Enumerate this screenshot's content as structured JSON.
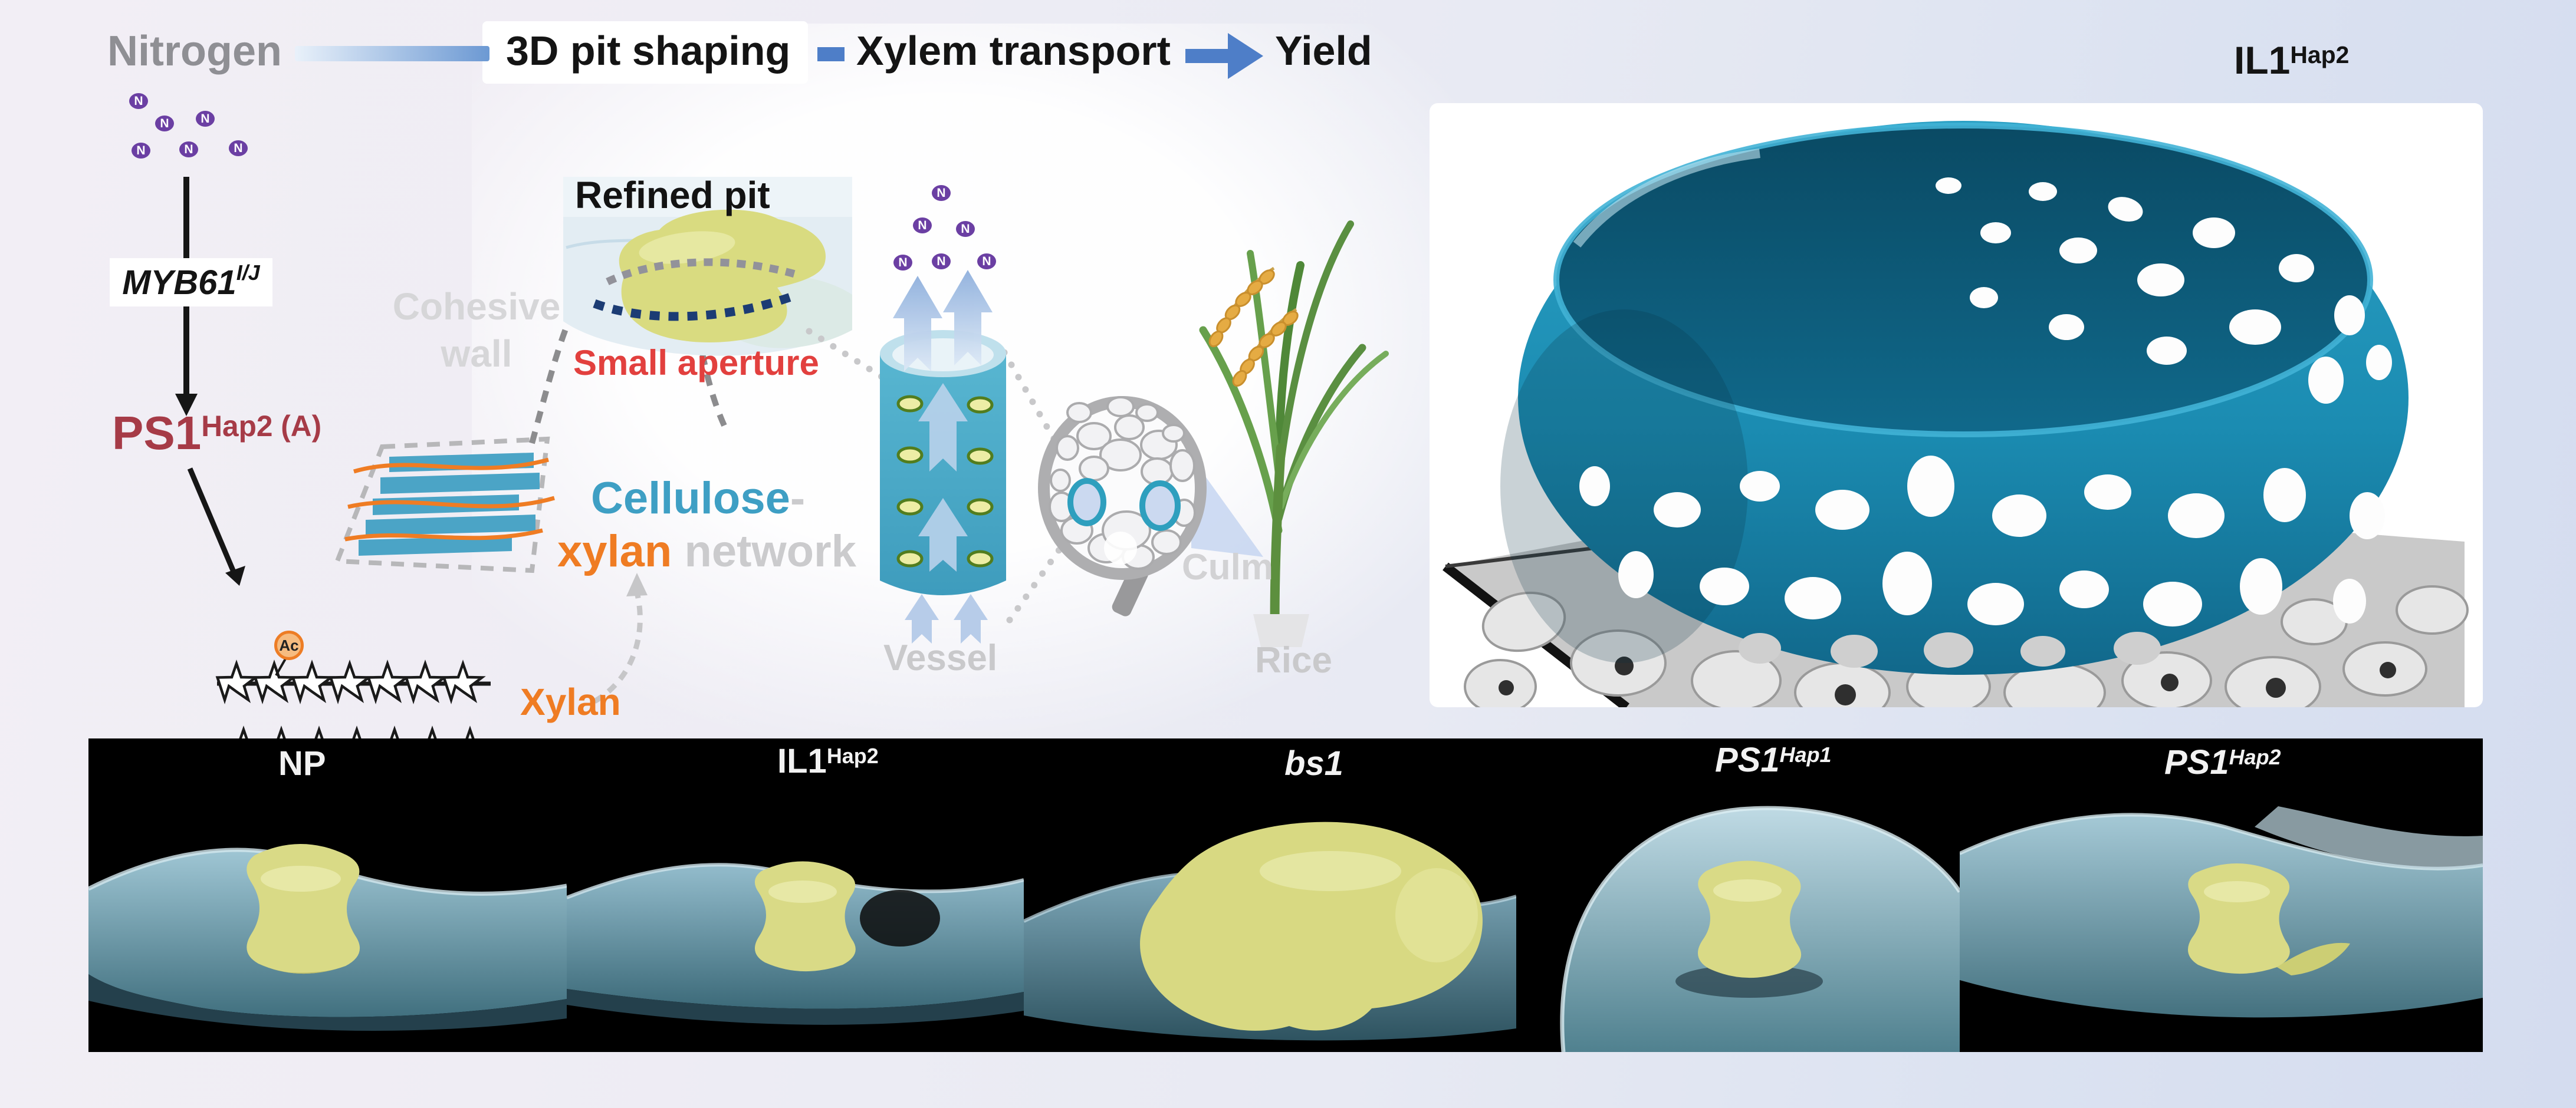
{
  "figure": {
    "header": {
      "nitrogen": "Nitrogen",
      "step1": "3D pit shaping",
      "step2": "Xylem transport",
      "step3": "Yield"
    },
    "molecule": "N",
    "genes": {
      "myb61": {
        "base": "MYB61",
        "sup": "I/J"
      },
      "ps1": {
        "base": "PS1",
        "sup": "Hap2 (A)"
      }
    },
    "labels": {
      "ac": "Ac",
      "xylan": "Xylan",
      "cohesive_line1": "Cohesive",
      "cohesive_line2": "wall",
      "cellulose": "Cellulose",
      "hyphen": "-",
      "network_xylan": "xylan",
      "network_word": " network",
      "refined_pit": "Refined pit",
      "small_aperture": "Small aperture",
      "vessel": "Vessel",
      "culm": "Culm",
      "rice": "Rice"
    },
    "right_panel_title": {
      "base": "IL1",
      "sup": "Hap2"
    },
    "bottom_panels": [
      {
        "base": "NP",
        "sup": ""
      },
      {
        "base": "IL1",
        "sup": "Hap2"
      },
      {
        "base": "bs1",
        "sup": ""
      },
      {
        "base": "PS1",
        "sup": "Hap1"
      },
      {
        "base": "PS1",
        "sup": "Hap2"
      }
    ],
    "colors": {
      "purple_nitrogen": "#6B3FA3",
      "gene_red": "#A63B47",
      "aperture_red": "#E2403E",
      "cellulose_blue": "#3E9FC4",
      "xylan_orange": "#EF7C23",
      "arrow_blue": "#4E7EC8",
      "vessel_teal": "#4FAECB",
      "ring_teal": "#1B8CB2",
      "label_gray": "#C9C9CB"
    }
  }
}
